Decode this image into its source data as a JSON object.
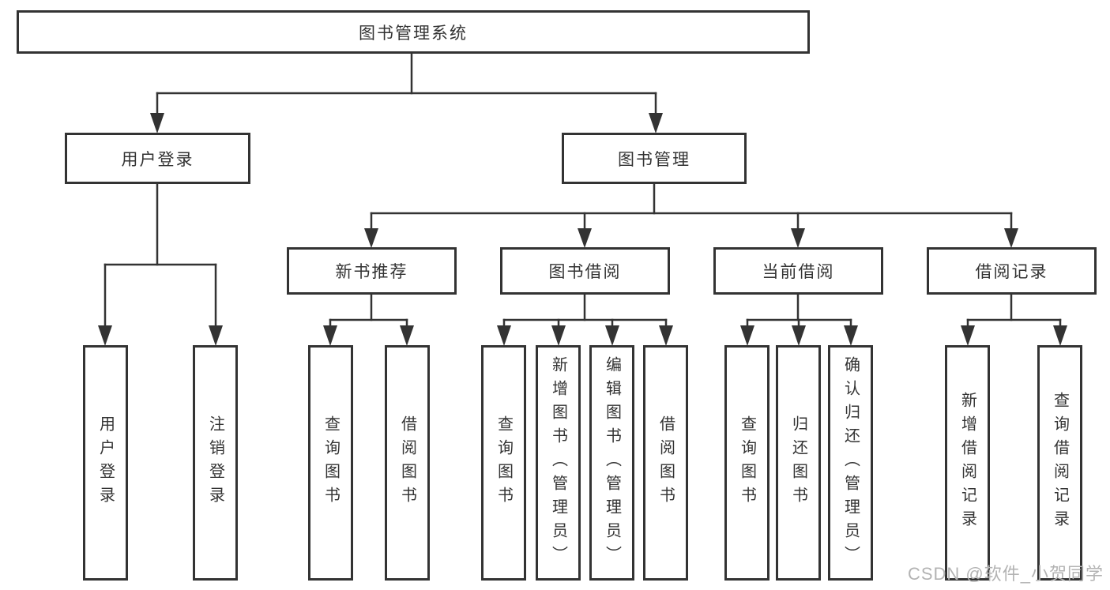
{
  "nodes": {
    "root": "图书管理系统",
    "branches": [
      {
        "label": "用户登录",
        "children": [
          "用户登录",
          "注销登录"
        ]
      },
      {
        "label": "图书管理",
        "groups": [
          {
            "label": "新书推荐",
            "children": [
              "查询图书",
              "借阅图书"
            ]
          },
          {
            "label": "图书借阅",
            "children": [
              "查询图书",
              "新增图书（管理员）",
              "编辑图书（管理员）",
              "借阅图书"
            ]
          },
          {
            "label": "当前借阅",
            "children": [
              "查询图书",
              "归还图书",
              "确认归还（管理员）"
            ]
          },
          {
            "label": "借阅记录",
            "children": [
              "新增借阅记录",
              "查询借阅记录"
            ]
          }
        ]
      }
    ]
  },
  "watermark": {
    "text": "CSDN @软件_小贺同学",
    "color": "#b3b3b3"
  },
  "colors": {
    "line": "#333333",
    "box_border": "#333333",
    "text": "#333333",
    "background": "#ffffff"
  }
}
